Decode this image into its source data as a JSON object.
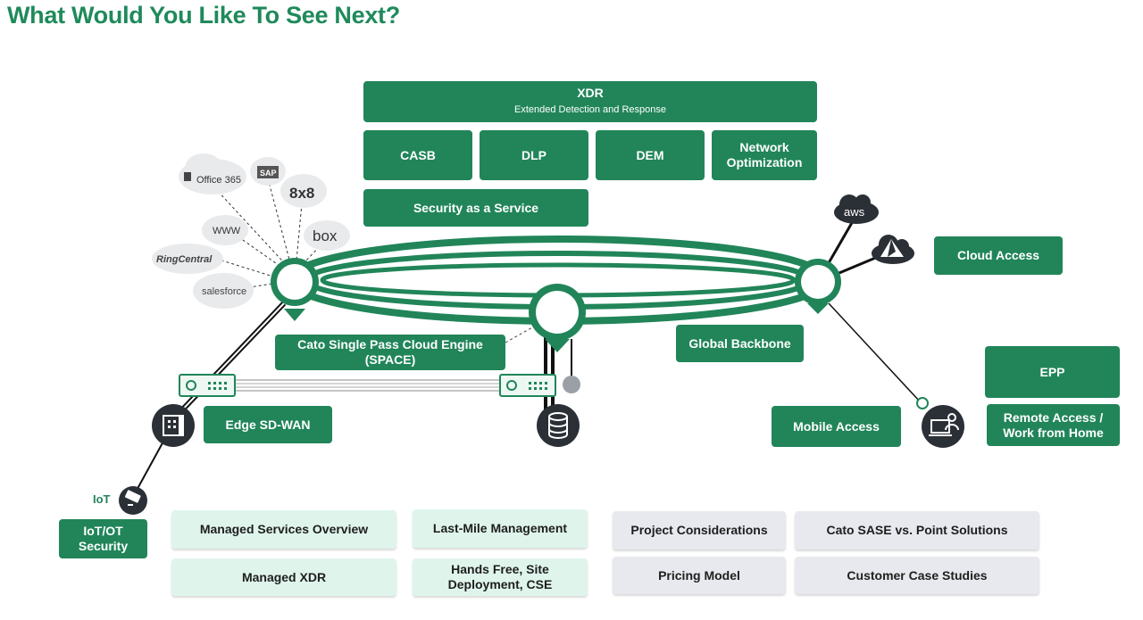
{
  "title": "What Would You Like To See Next?",
  "top_services": {
    "xdr": {
      "label": "XDR",
      "sub": "Extended Detection and Response"
    },
    "casb": "CASB",
    "dlp": "DLP",
    "dem": "DEM",
    "network_optimization": "Network Optimization",
    "security_as_a_service": "Security as a Service"
  },
  "cloud_apps": [
    "Office 365",
    "SAP",
    "8x8",
    "WWW",
    "box",
    "RingCentral",
    "salesforce"
  ],
  "cloud_logos": {
    "aws": "aws"
  },
  "labels": {
    "space": "Cato Single Pass Cloud Engine (SPACE)",
    "global_backbone": "Global Backbone",
    "cloud_access": "Cloud Access",
    "edge_sdwan": "Edge SD-WAN",
    "mobile_access": "Mobile Access",
    "epp": "EPP",
    "remote_access": "Remote Access / Work from Home",
    "iot": "IoT",
    "iot_security": "IoT/OT Security"
  },
  "topics": {
    "mint": [
      "Managed Services Overview",
      "Last-Mile Management",
      "Managed XDR",
      "Hands Free, Site Deployment, CSE"
    ],
    "grey": [
      "Project Considerations",
      "Cato SASE vs. Point Solutions",
      "Pricing Model",
      "Customer Case Studies"
    ]
  },
  "colors": {
    "brand_green": "#218559",
    "title_green": "#1f8a5b",
    "mint": "#dff5ec",
    "grey": "#e7e9ee",
    "dark_icon": "#2b3037"
  },
  "icons": [
    "aws-cloud-icon",
    "azure-cloud-icon",
    "building-icon",
    "database-icon",
    "laptop-user-icon",
    "camera-icon",
    "sdwan-appliance-icon"
  ]
}
